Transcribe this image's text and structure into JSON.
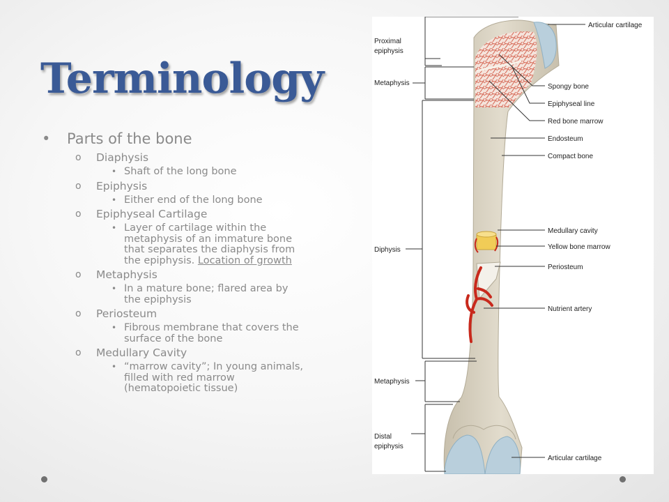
{
  "title": "Terminology",
  "outline": {
    "heading": "Parts of the bone",
    "diaphysis": "Diaphysis",
    "diaphysis_def": "Shaft of the long bone",
    "epiphysis": "Epiphysis",
    "epiphysis_def": "Either end of the long bone",
    "epiphyseal_cartilage": "Epiphyseal Cartilage",
    "epiphyseal_cartilage_def_1": "Layer of cartilage within the",
    "epiphyseal_cartilage_def_2": "metaphysis of an immature bone",
    "epiphyseal_cartilage_def_3": "that separates the diaphysis from",
    "epiphyseal_cartilage_def_4a": "the epiphysis.",
    "epiphyseal_cartilage_def_4b": "Location of growth",
    "metaphysis": "Metaphysis",
    "metaphysis_def_1": "In a mature bone; flared area by",
    "metaphysis_def_2": "the epiphysis",
    "periosteum": "Periosteum",
    "periosteum_def_1": "Fibrous membrane that covers the",
    "periosteum_def_2": "surface of the bone",
    "medullary": "Medullary Cavity",
    "medullary_def_1": "“marrow cavity”; In young animals,",
    "medullary_def_2": "filled with red marrow",
    "medullary_def_3": "(hematopoietic tissue)"
  },
  "diagram": {
    "left_labels": {
      "proximal_1": "Proximal",
      "proximal_2": "epiphysis",
      "metaphysis_top": "Metaphysis",
      "diphysis": "Diphysis",
      "metaphysis_bottom": "Metaphysis",
      "distal_1": "Distal",
      "distal_2": "epiphysis"
    },
    "right_labels": {
      "articular_top": "Articular cartilage",
      "spongy": "Spongy bone",
      "epiphyseal_line": "Epiphyseal line",
      "red_marrow": "Red bone marrow",
      "endosteum": "Endosteum",
      "compact": "Compact bone",
      "medullary_cavity": "Medullary cavity",
      "yellow_marrow": "Yellow bone marrow",
      "periosteum": "Periosteum",
      "nutrient_artery": "Nutrient artery",
      "articular_bottom": "Articular cartilage"
    }
  },
  "colors": {
    "title": "#3a5a96",
    "body_text": "#8a8a8a",
    "bone": "#ddd6c6",
    "cartilage": "#b9cfdc",
    "spongy": "#d8715f",
    "artery": "#c8291c",
    "yellow_marrow": "#f1cc57"
  }
}
